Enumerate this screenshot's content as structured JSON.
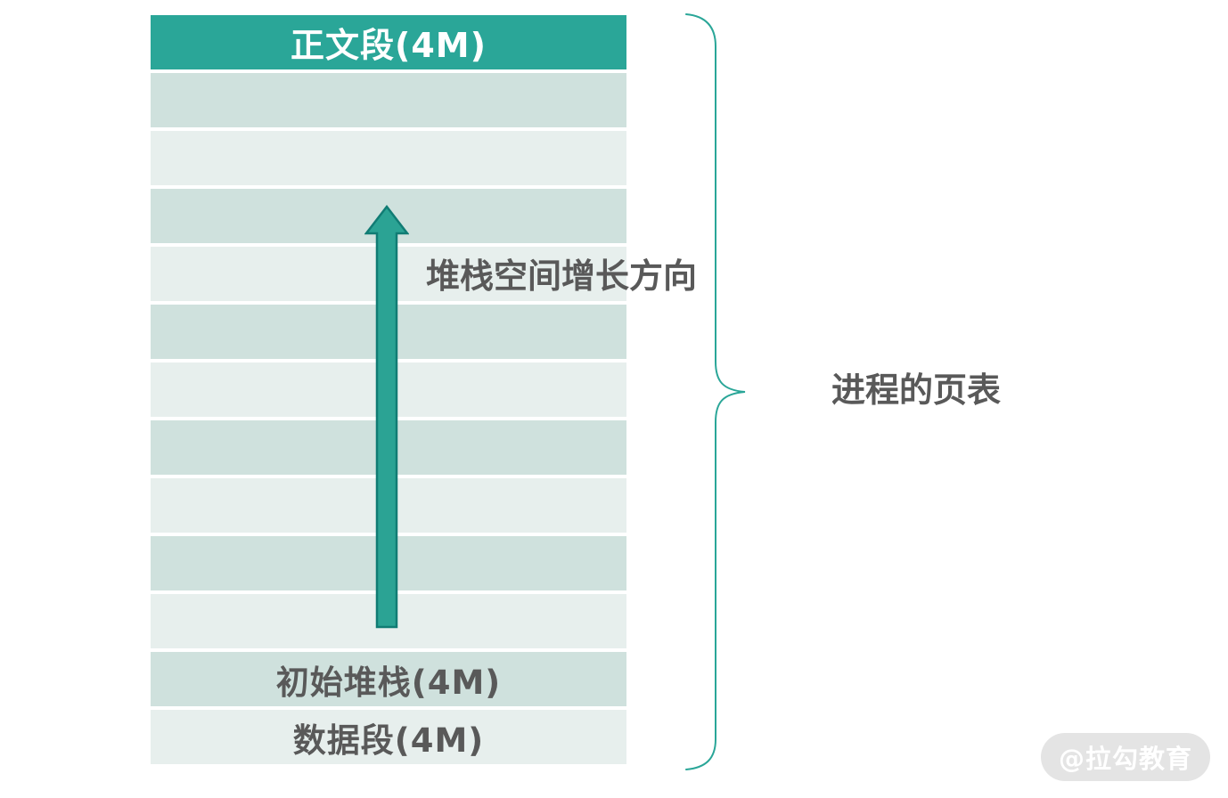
{
  "diagram": {
    "rows": [
      {
        "shade": "header",
        "label": "正文段(4M)"
      },
      {
        "shade": "dark",
        "label": ""
      },
      {
        "shade": "light",
        "label": ""
      },
      {
        "shade": "dark",
        "label": ""
      },
      {
        "shade": "light",
        "label": ""
      },
      {
        "shade": "dark",
        "label": ""
      },
      {
        "shade": "light",
        "label": ""
      },
      {
        "shade": "dark",
        "label": ""
      },
      {
        "shade": "light",
        "label": ""
      },
      {
        "shade": "dark",
        "label": ""
      },
      {
        "shade": "light",
        "label": ""
      },
      {
        "shade": "dark",
        "label": "初始堆栈(4M)"
      },
      {
        "shade": "light",
        "label": "数据段(4M)"
      }
    ],
    "arrow_label": "堆栈空间增长方向",
    "brace_label": "进程的页表",
    "watermark": "@拉勾教育"
  },
  "colors": {
    "header_bg": "#2aa698",
    "header_text": "#ffffff",
    "row_dark": "#cfe1dd",
    "row_light": "#e7efed",
    "arrow_fill": "#2ba394",
    "arrow_stroke": "#117c74",
    "brace": "#2aa698",
    "label_text": "#595959",
    "watermark_bg": "#e4e4e4",
    "watermark_text": "#ffffff"
  }
}
